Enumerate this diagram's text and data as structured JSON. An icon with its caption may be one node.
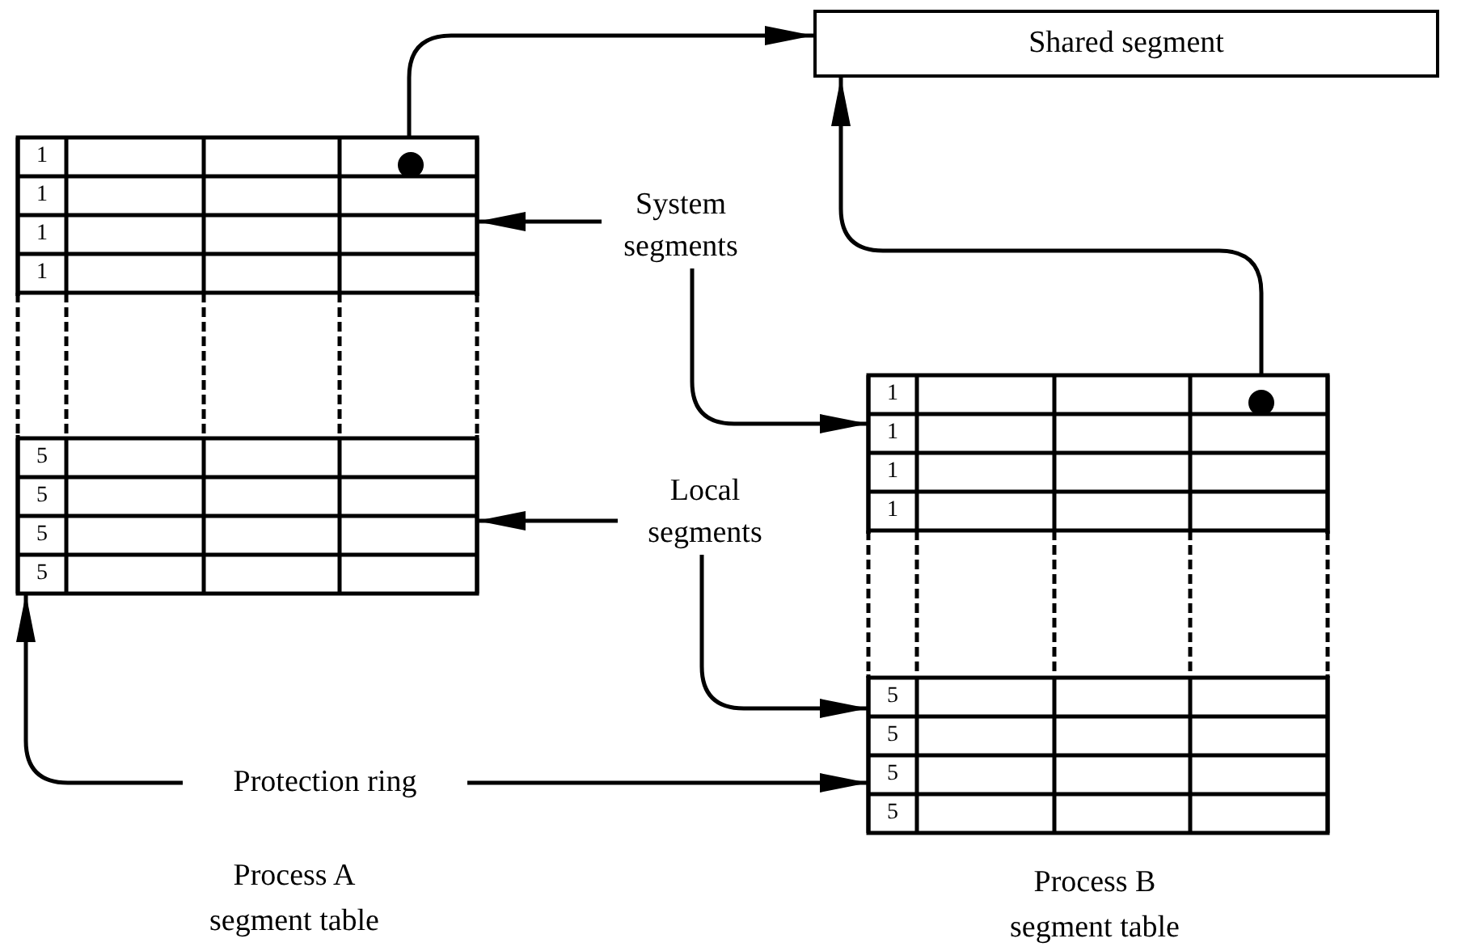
{
  "diagram": {
    "nodes": [
      {
        "text": [
          "Shared segment"
        ]
      },
      {
        "text": [
          "1",
          "1",
          "1",
          "1",
          "5",
          "5",
          "5",
          "5"
        ]
      },
      {
        "text": [
          "1",
          "1",
          "1",
          "1",
          "5",
          "5",
          "5",
          "5"
        ],
        "beside": [
          "Process B segment table"
        ]
      },
      {
        "text": [
          "System segments"
        ]
      },
      {
        "text": [
          "Local segments"
        ]
      },
      {
        "text": [
          "Protection ring"
        ]
      }
    ],
    "edges": [
      {
        "from": 1,
        "to": 0,
        "arrow": "to"
      },
      {
        "from": 2,
        "to": 0,
        "arrow": "to"
      },
      {
        "from": 3,
        "to": 1,
        "arrow": "to"
      },
      {
        "from": 3,
        "to": 2,
        "arrow": "to"
      },
      {
        "from": 4,
        "to": 1,
        "arrow": "to"
      },
      {
        "from": 4,
        "to": 2,
        "arrow": "to"
      },
      {
        "from": 5,
        "to": 1,
        "arrow": "to"
      },
      {
        "from": 5,
        "to": 2,
        "arrow": "to"
      }
    ],
    "labels": [
      "Process A segment table"
    ]
  }
}
